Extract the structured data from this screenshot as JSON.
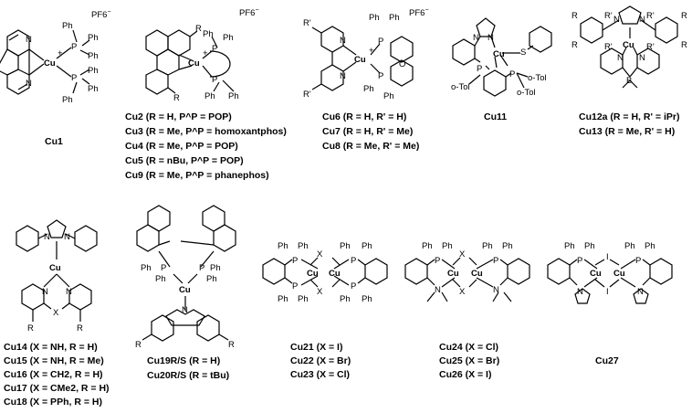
{
  "structures": {
    "cu1": {
      "id": "Cu1",
      "lines": [
        ""
      ]
    },
    "cu2": {
      "lines": [
        "Cu2 (R = H, P^P = POP)",
        "Cu3 (R = Me, P^P = homoxantphos)",
        "Cu4 (R = Me, P^P = POP)",
        "Cu5 (R = nBu, P^P = POP)",
        "Cu9 (R = Me, P^P = phanephos)"
      ]
    },
    "cu6": {
      "lines": [
        "Cu6 (R = H, R' = H)",
        "Cu7 (R = H, R' = Me)",
        "Cu8 (R = Me, R' = Me)"
      ]
    },
    "cu11": {
      "lines": [
        "Cu11"
      ]
    },
    "cu12": {
      "lines": [
        "Cu12a (R = H, R' = iPr)",
        "Cu13 (R = Me, R' = H)"
      ]
    },
    "cu14": {
      "lines": [
        "Cu14 (X = NH, R = H)",
        "Cu15 (X = NH, R = Me)",
        "Cu16 (X = CH2, R = H)",
        "Cu17 (X = CMe2, R = H)",
        "Cu18 (X = PPh, R = H)"
      ]
    },
    "cu19": {
      "lines": [
        "Cu19R/S (R = H)",
        "Cu20R/S (R = tBu)"
      ]
    },
    "cu21": {
      "lines": [
        "Cu21 (X = I)",
        "Cu22 (X = Br)",
        "Cu23 (X = Cl)"
      ]
    },
    "cu24": {
      "lines": [
        "Cu24 (X = Cl)",
        "Cu25 (X = Br)",
        "Cu26 (X = I)"
      ]
    },
    "cu27": {
      "lines": [
        "Cu27"
      ]
    }
  },
  "atoms": {
    "cu": "Cu",
    "n": "N",
    "p": "P",
    "ph": "Ph",
    "r": "R",
    "rp": "R'",
    "x": "X",
    "s": "S",
    "o": "O",
    "b": "B",
    "i": "I",
    "otol": "o-Tol",
    "pf6": "PF6",
    "pf6_charge": "−",
    "plus": "+"
  }
}
